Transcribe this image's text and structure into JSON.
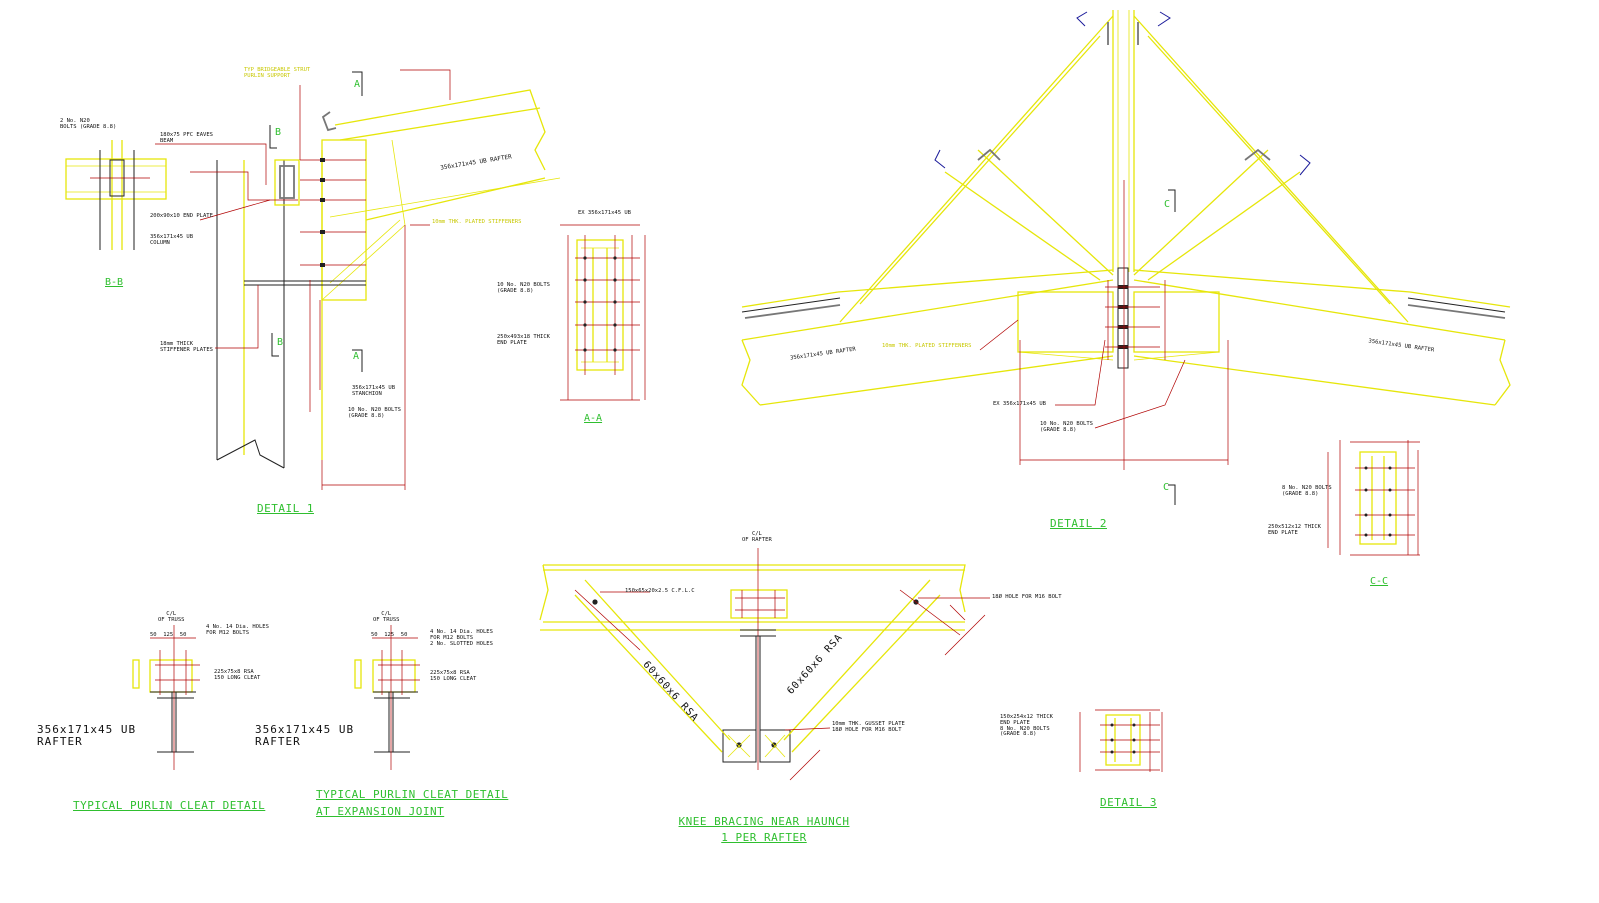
{
  "titles": {
    "detail_1": "DETAIL 1",
    "detail_2": "DETAIL 2",
    "detail_3": "DETAIL 3",
    "section_bb": "B-B",
    "section_aa": "A-A",
    "section_cc": "C-C",
    "purlin_cleat": "TYPICAL PURLIN CLEAT DETAIL",
    "purlin_cleat_exp_1": "TYPICAL PURLIN CLEAT DETAIL",
    "purlin_cleat_exp_2": "AT EXPANSION JOINT",
    "knee_bracing_1": "KNEE BRACING NEAR HAUNCH",
    "knee_bracing_2": "1 PER RAFTER"
  },
  "markers": {
    "a": "A",
    "b": "B",
    "c": "C"
  },
  "notes": {
    "bb_bolts": "2 No. N20\nBOLTS (GRADE 8.8)",
    "pfc_eaves": "180x75 PFC EAVES\nBEAM",
    "end_plate_200": "200x90x10 END PLATE",
    "bb_column": "356x171x45 UB\nCOLUMN",
    "purlin_support": "TYP BRIDGEABLE STRUT\nPURLIN SUPPORT",
    "ub_rafter_label": "356x171x45 UB RAFTER",
    "stiffener_plate": "10mm THK. PLATED STIFFENERS",
    "stiffener_18": "18mm THICK\nSTIFFENER PLATES",
    "stanchion": "356x171x45 UB\nSTANCHION",
    "stanchion_bolts": "10 No. N20 BOLTS\n(GRADE 8.8)",
    "ex_ub": "EX 356x171x45 UB",
    "aa_bolts": "10 No. N20 BOLTS\n(GRADE 8.8)",
    "aa_end_plate": "250x493x18 THICK\nEND PLATE",
    "d2_rafter_left": "356x171x45 UB RAFTER",
    "d2_rafter_right": "356x171x45 UB RAFTER",
    "d2_stiffeners": "10mm THK. PLATED STIFFENERS",
    "d2_ex_ub": "EX 356x171x45 UB",
    "d2_bolts": "10 No. N20 BOLTS\n(GRADE 8.8)",
    "cc_bolts": "8 No. N20 BOLTS\n(GRADE 8.8)",
    "cc_end_plate": "250x512x12 THICK\nEND PLATE",
    "d3_end_plate": "150x254x12 THICK\nEND PLATE\n8 No. N20 BOLTS\n(GRADE 8.8)",
    "cl_truss_1": "C/L\nOF TRUSS",
    "cl_truss_2": "C/L\nOF TRUSS",
    "cleat_holes_1": "4 No. 14 Dia. HOLES\nFOR M12 BOLTS",
    "cleat_holes_2": "4 No. 14 Dia. HOLES\nFOR M12 BOLTS\n2 No. SLOTTED HOLES",
    "rsa_1": "225x75x8 RSA\n150 LONG CLEAT",
    "rsa_2": "225x75x8 RSA\n150 LONG CLEAT",
    "dims_1": "50  125  50",
    "dims_2": "50  125  50",
    "rafter_big_1": "356x171x45 UB\nRAFTER",
    "rafter_big_2": "356x171x45 UB\nRAFTER",
    "cl_rafter": "C/L\nOF RAFTER",
    "cflc": "150x65x20x2.5 C.F.L.C",
    "hole_m16_1": "18Ø HOLE FOR M16 BOLT",
    "gusset": "10mm THK. GUSSET PLATE\n18Ø HOLE FOR M16 BOLT",
    "rsa_left": "60x60x6 RSA",
    "rsa_right": "60x60x6 RSA"
  },
  "colors": {
    "steel": "#e6e60a",
    "dimension": "#b00000",
    "title": "#2fbf2f",
    "purlin": "#1a1a9a",
    "text": "#111111"
  }
}
